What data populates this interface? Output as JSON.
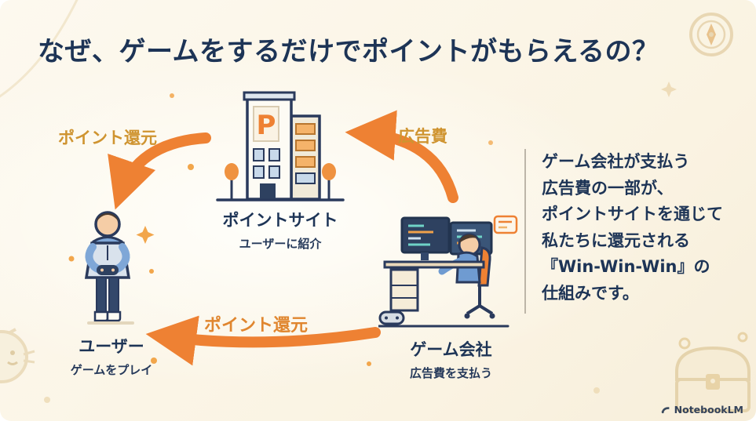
{
  "page": {
    "title": "なぜ、ゲームをするだけでポイントがもらえるの？",
    "brand": "NotebookLM"
  },
  "diagram": {
    "nodes": {
      "point_site": {
        "sign": "P",
        "label": "ポイントサイト",
        "sublabel": "ユーザーに紹介"
      },
      "user": {
        "label": "ユーザー",
        "sublabel": "ゲームをプレイ"
      },
      "game_company": {
        "label": "ゲーム会社",
        "sublabel": "広告費を支払う"
      }
    },
    "arrows": {
      "ad_fee": {
        "label": "広告費",
        "from": "ゲーム会社",
        "to": "ポイントサイト"
      },
      "point_return_from_site": {
        "label": "ポイント還元",
        "from": "ポイントサイト",
        "to": "ユーザー"
      },
      "point_return_from_company": {
        "label": "ポイント還元",
        "from": "ゲーム会社",
        "to": "ユーザー"
      }
    }
  },
  "explanation": {
    "lines": [
      "ゲーム会社が支払う",
      "広告費の一部が、",
      "ポイントサイトを通じて",
      "私たちに還元される",
      "『Win-Win-Win』の",
      "仕組みです。"
    ]
  },
  "colors": {
    "background": "#fbf5e7",
    "heading": "#1d3456",
    "arrow_orange": "#ee8133",
    "label_gold": "#cf9430",
    "label_orange": "#e0862f",
    "accent_sparkle": "#f2a64b"
  }
}
